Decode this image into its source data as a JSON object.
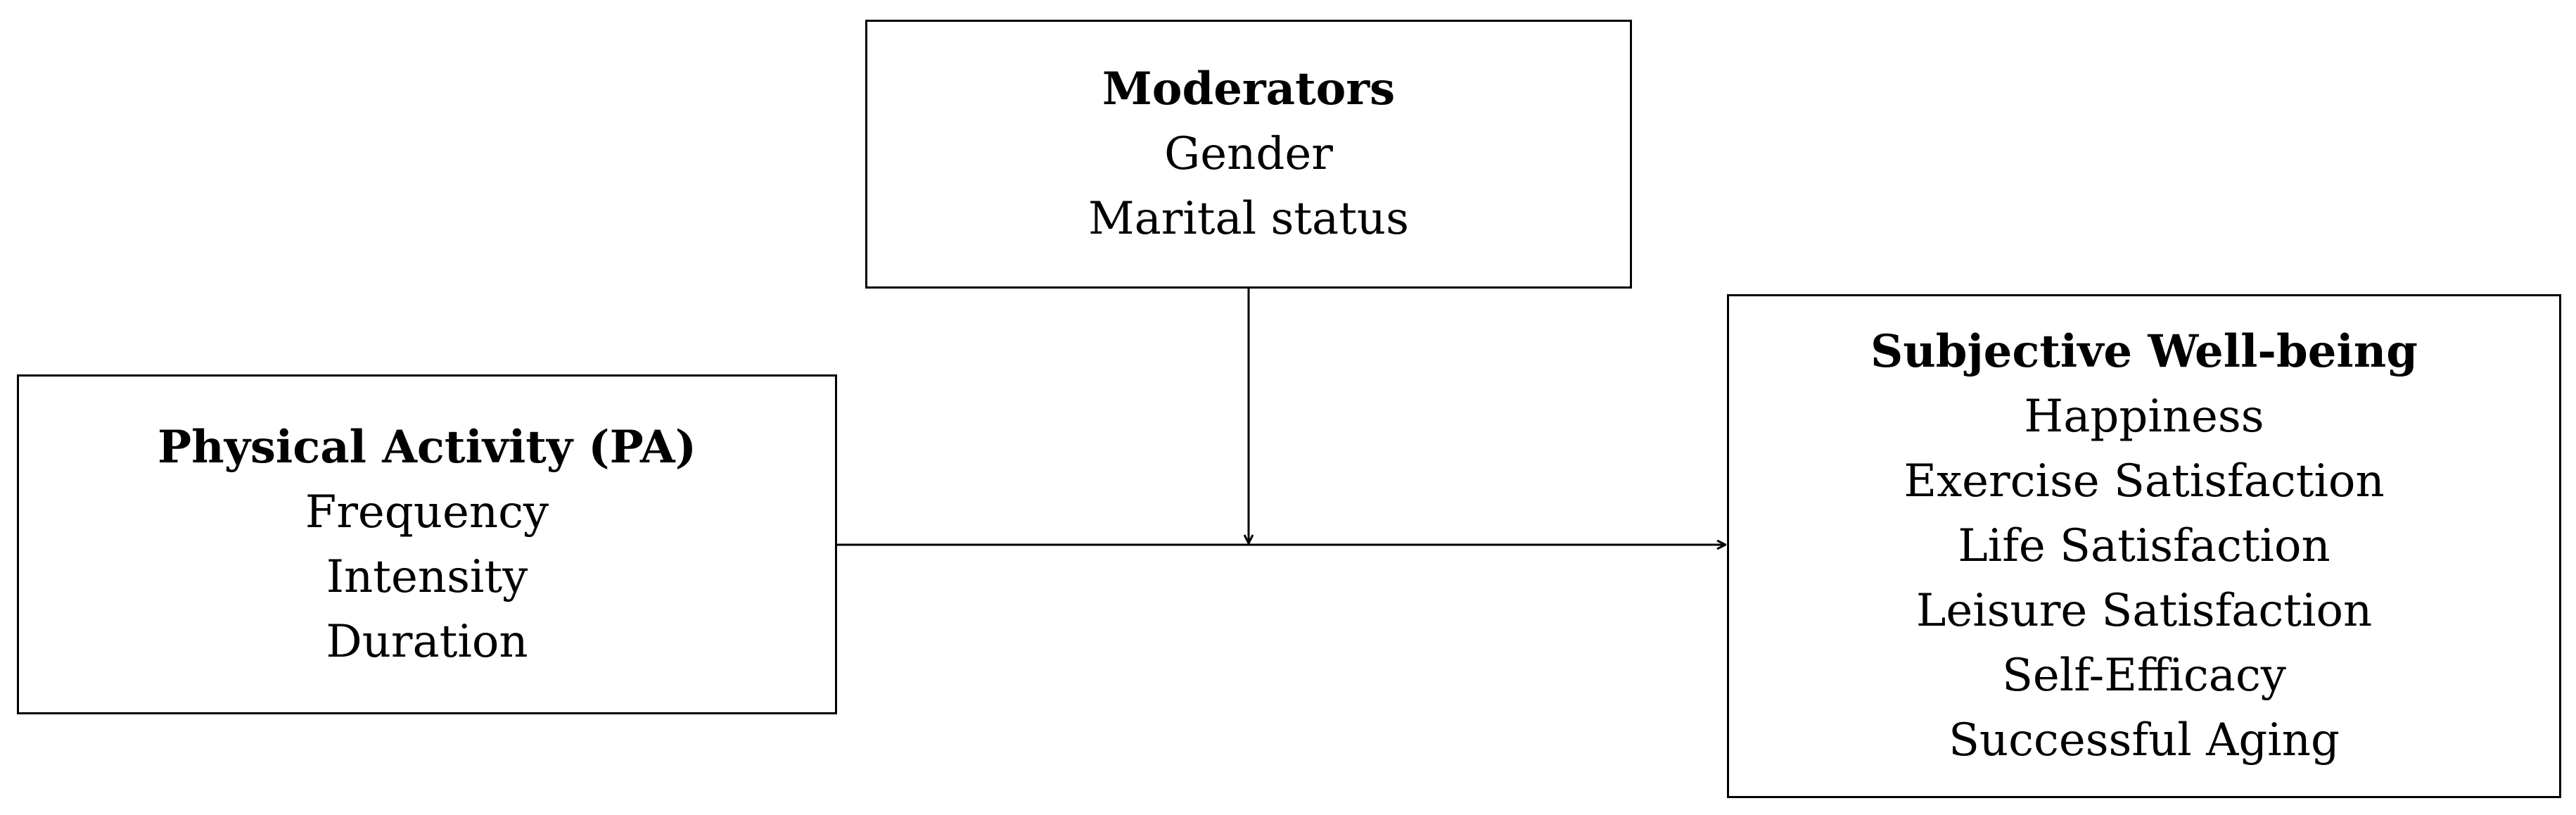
{
  "moderators": {
    "title": "Moderators",
    "items": [
      "Gender",
      "Marital status"
    ]
  },
  "physical_activity": {
    "title": "Physical Activity (PA)",
    "items": [
      "Frequency",
      "Intensity",
      "Duration"
    ]
  },
  "subjective_well_being": {
    "title": "Subjective Well-being",
    "items": [
      "Happiness",
      "Exercise Satisfaction",
      "Life Satisfaction",
      "Leisure Satisfaction",
      "Self-Efficacy",
      "Successful Aging"
    ]
  },
  "colors": {
    "line": "#000000",
    "background": "#ffffff"
  }
}
